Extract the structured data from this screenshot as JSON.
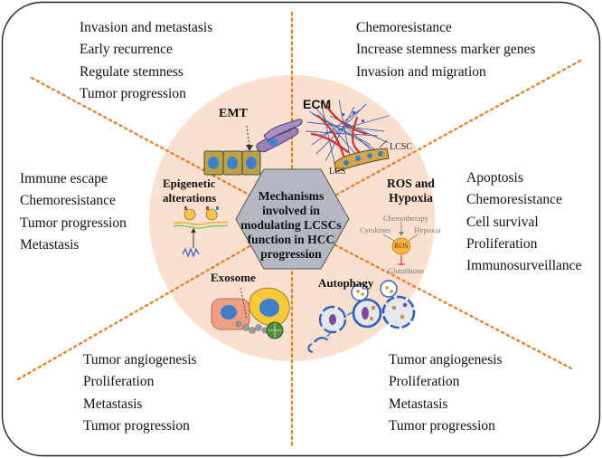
{
  "center": {
    "lines": [
      "Mechanisms",
      "involved in",
      "modulating LCSCs",
      "function in HCC",
      "progression"
    ]
  },
  "sectors": {
    "emt": {
      "label": "EMT",
      "effects": [
        "Invasion and metastasis",
        "Early recurrence",
        "Regulate stemness",
        "Tumor progression"
      ]
    },
    "ecm": {
      "label": "ECM",
      "effects": [
        "Chemoresistance",
        "Increase stemness marker genes",
        "Invasion and migration"
      ],
      "annotations": {
        "lcsc": "LCSC",
        "lcs": "LCS"
      }
    },
    "epigenetic": {
      "label_lines": [
        "Epigenetic",
        "alterations"
      ],
      "effects": [
        "Immune escape",
        "Chemoresistance",
        "Tumor progression",
        "Metastasis"
      ]
    },
    "ros": {
      "label_lines": [
        "ROS and",
        "Hypoxia"
      ],
      "effects": [
        "Apoptosis",
        "Chemoresistance",
        "Cell survival",
        "Proliferation",
        "Immunosurveillance"
      ],
      "annotations": {
        "chemotherapy": "Chemotherapy",
        "cytokines": "Cytokines",
        "hypoxia": "Hypoxia",
        "ros": "ROS",
        "glutathione": "Glutathione"
      }
    },
    "exosome": {
      "label": "Exosome",
      "effects": [
        "Tumor angiogenesis",
        "Proliferation",
        "Metastasis",
        "Tumor progression"
      ]
    },
    "autophagy": {
      "label": "Autophagy",
      "effects": [
        "Tumor angiogenesis",
        "Proliferation",
        "Metastasis",
        "Tumor progression"
      ]
    }
  },
  "colors": {
    "circle": "#fbe0cf",
    "hexagon": "#b4b8c2",
    "divider": "#e0832b",
    "frame": "#222222"
  }
}
